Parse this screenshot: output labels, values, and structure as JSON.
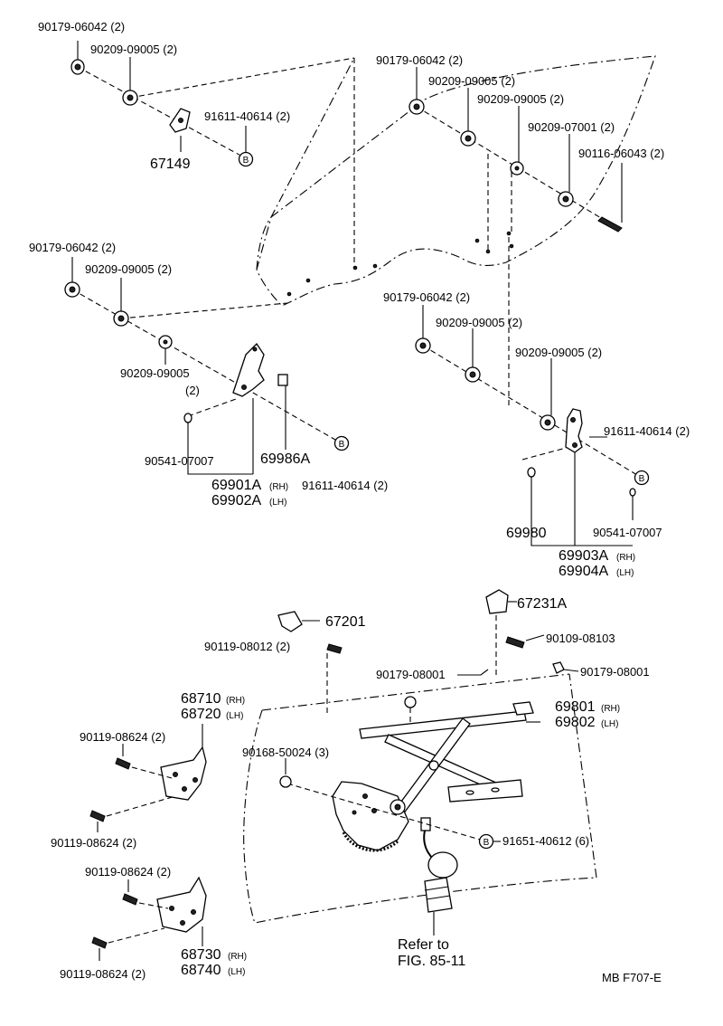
{
  "labels": {
    "l1": "90179-06042 (2)",
    "l2": "90209-09005 (2)",
    "l3": "91611-40614 (2)",
    "l4": "67149",
    "l5": "90179-06042 (2)",
    "l6": "90209-09005 (2)",
    "l7": "90209-09005 (2)",
    "l8": "90209-07001 (2)",
    "l9": "90116-06043 (2)",
    "l10": "90179-06042 (2)",
    "l11": "90209-09005 (2)",
    "l12": "90209-09005",
    "l12b": "(2)",
    "l13": "90541-07007",
    "l14": "69986A",
    "l15a": "69901A",
    "l15a_sub": "(RH)",
    "l15b": "69902A",
    "l15b_sub": "(LH)",
    "l16": "91611-40614 (2)",
    "l17": "90179-06042 (2)",
    "l18": "90209-09005 (2)",
    "l19": "90209-09005 (2)",
    "l20": "91611-40614 (2)",
    "l21": "69980",
    "l22": "90541-07007",
    "l23a": "69903A",
    "l23a_sub": "(RH)",
    "l23b": "69904A",
    "l23b_sub": "(LH)",
    "l24": "67231A",
    "l25": "67201",
    "l26": "90119-08012 (2)",
    "l27": "90109-08103",
    "l28": "90179-08001",
    "l29": "90179-08001",
    "l30a": "68710",
    "l30a_sub": "(RH)",
    "l30b": "68720",
    "l30b_sub": "(LH)",
    "l31a": "69801",
    "l31a_sub": "(RH)",
    "l31b": "69802",
    "l31b_sub": "(LH)",
    "l32": "90119-08624 (2)",
    "l33": "90168-50024 (3)",
    "l34": "90119-08624 (2)",
    "l35": "91651-40612 (6)",
    "l36": "90119-08624 (2)",
    "l37a": "68730",
    "l37a_sub": "(RH)",
    "l37b": "68740",
    "l37b_sub": "(LH)",
    "l38": "90119-08624 (2)",
    "l39a": "Refer to",
    "l39b": "FIG. 85-11",
    "footer": "MB  F707-E"
  },
  "marker": "B"
}
